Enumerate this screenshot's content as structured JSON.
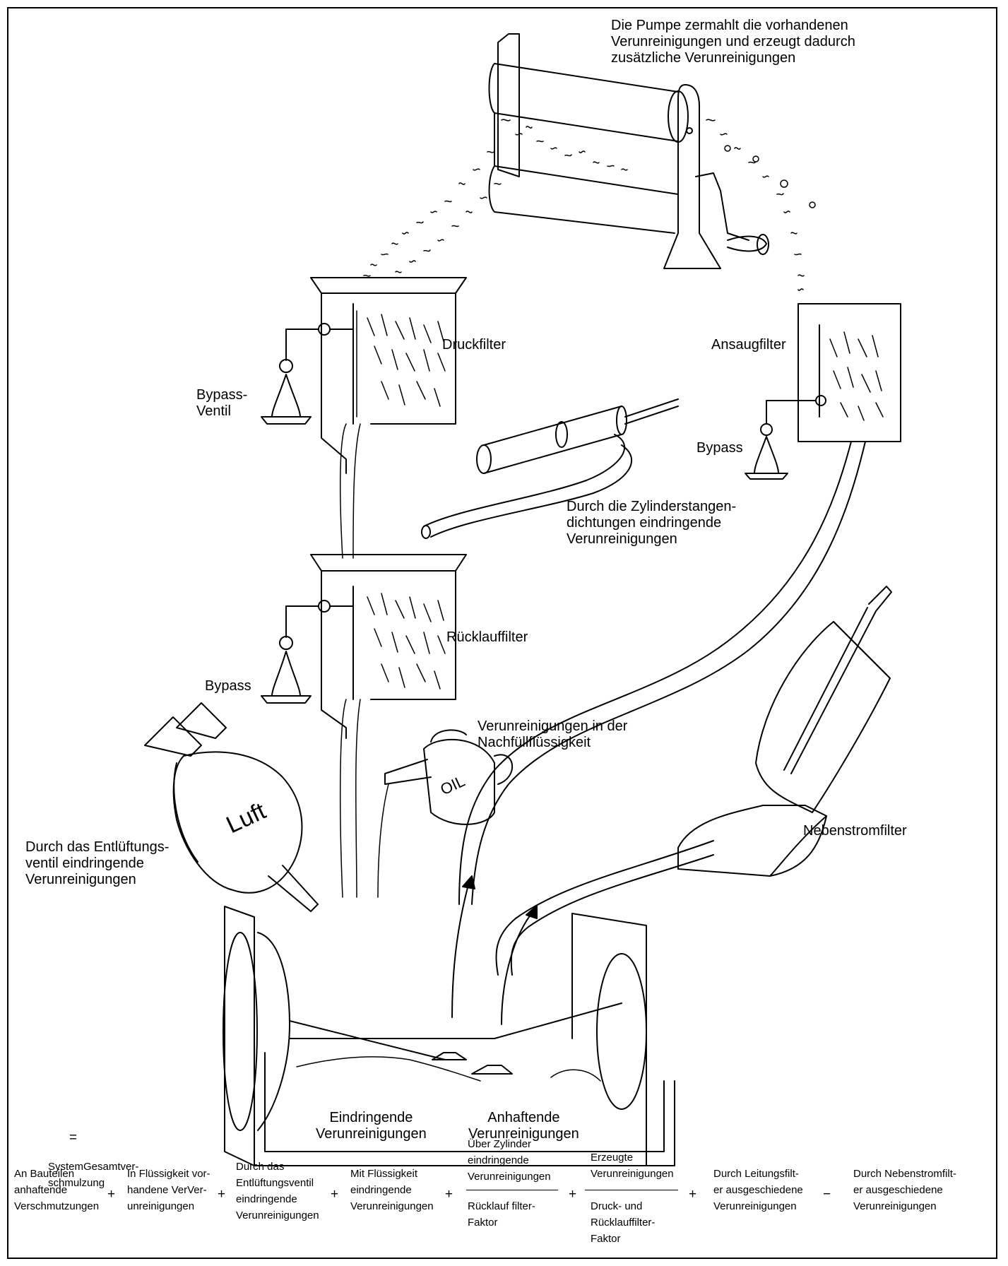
{
  "labels": {
    "pump": "Die Pumpe zermahlt die vorhandenen\nVerunreinigungen und erzeugt dadurch\nzusätzliche Verunreinigungen",
    "druckfilter": "Druckfilter",
    "bypass_ventil": "Bypass-\nVentil",
    "ansaugfilter": "Ansaugfilter",
    "bypass_right": "Bypass",
    "cylinder": "Durch die Zylinderstangen-\ndichtungen eindringende\nVerunreinigungen",
    "ruecklauffilter": "Rücklauffilter",
    "bypass_left": "Bypass",
    "nachfuell": "Verunreinigungen in der\nNachfüllflüssigkeit",
    "oil": "OIL",
    "luft": "Luft",
    "nebenstromfilter": "Nebenstromfilter",
    "entlueftung": "Durch das Entlüftungs-\nventil eindringende\nVerunreinigungen",
    "eindringende": "Eindringende\nVerunreinigungen",
    "anhaftende": "Anhaftende\nVerunreinigungen"
  },
  "formula": {
    "lhs": "SystemGesamtver-\nschmulzung",
    "equals": "=",
    "t1": "An Bauteilen\nanhaftende\nVerschmutzungen",
    "t2": "In Flüssigkeit vor-\nhandene VerVer-\nunreinigungen",
    "t3": "Durch das\nEntlüftungsventil\neindringende\nVerunreinigungen",
    "t4": "Mit Flüssigkeit\neindringende\nVerunreinigungen",
    "t5_num": "Über Zylinder\neindringende\nVerunreinigungen",
    "t5_den": "Rücklauf filter-\nFaktor",
    "t6_num": "Erzeugte\nVerunreinigungen",
    "t6_den": "Druck- und\nRücklauffilter-\nFaktor",
    "t7": "Durch Leitungsfilt-\ner ausgeschiedene\nVerunreinigungen",
    "t8": "Durch Nebenstromfilt-\ner ausgeschiedene\nVerunreinigungen",
    "plus": "+",
    "minus": "−"
  }
}
